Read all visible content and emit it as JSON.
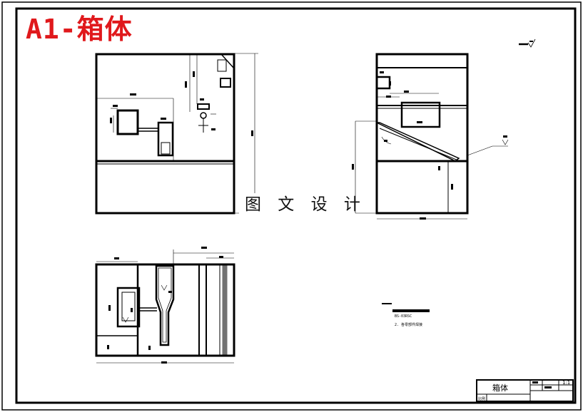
{
  "sheet": {
    "title_tag": "A1-箱体",
    "watermark": "图 文 设 计",
    "notes": {
      "line1": "BS-03RSC",
      "line2": "2.  各零部件焊接"
    },
    "title_block": {
      "part_name": "箱体",
      "scale": "1:1",
      "left_label": "比例"
    }
  }
}
